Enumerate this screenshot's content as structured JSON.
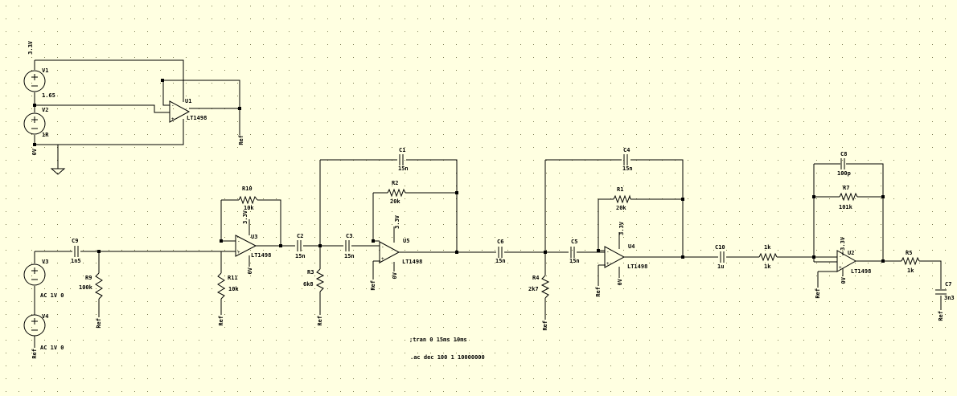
{
  "net": {
    "rail": "3.3V",
    "gnd": "0V",
    "ref": "Ref"
  },
  "supply": {
    "v1": {
      "name": "V1",
      "value": "1.65"
    },
    "v2": {
      "name": "V2",
      "value": "1R"
    },
    "u1": {
      "name": "U1",
      "part": "LT1498"
    }
  },
  "input": {
    "v3": {
      "name": "V3",
      "value": "AC 1V 0"
    },
    "v4": {
      "name": "V4",
      "value": "AC 1V 0"
    },
    "c9": {
      "name": "C9",
      "value": "1n5"
    },
    "r9": {
      "name": "R9",
      "value": "100k"
    }
  },
  "buffer": {
    "u3": {
      "name": "U3",
      "part": "LT1498"
    },
    "r10": {
      "name": "R10",
      "value": "10k"
    },
    "r11": {
      "name": "R11",
      "value": "10k"
    }
  },
  "stage1": {
    "c2": {
      "name": "C2",
      "value": "15n"
    },
    "c3": {
      "name": "C3",
      "value": "15n"
    },
    "c1": {
      "name": "C1",
      "value": "15n"
    },
    "r2": {
      "name": "R2",
      "value": "20k"
    },
    "r3": {
      "name": "R3",
      "value": "6k8"
    },
    "u5": {
      "name": "U5",
      "part": "LT1498"
    }
  },
  "stage2": {
    "c6": {
      "name": "C6",
      "value": "15n"
    },
    "c5": {
      "name": "C5",
      "value": "15n"
    },
    "c4": {
      "name": "C4",
      "value": "15n"
    },
    "r1": {
      "name": "R1",
      "value": "20k"
    },
    "r4": {
      "name": "R4",
      "value": "2k7"
    },
    "u4": {
      "name": "U4",
      "part": "LT1498"
    }
  },
  "stage3": {
    "c10": {
      "name": "C10",
      "value": "1u"
    },
    "rin": {
      "name": "1k",
      "value": "1k"
    },
    "c8": {
      "name": "C8",
      "value": "100p"
    },
    "r7": {
      "name": "R7",
      "value": "101k"
    },
    "u2": {
      "name": "U2",
      "part": "LT1498"
    },
    "r5": {
      "name": "R5",
      "value": "1k"
    },
    "c7": {
      "name": "C7",
      "value": "3n3"
    }
  },
  "directives": {
    "tran": ";tran 0 15ms 10ms",
    "ac": ".ac dec 100 1 10000000"
  }
}
